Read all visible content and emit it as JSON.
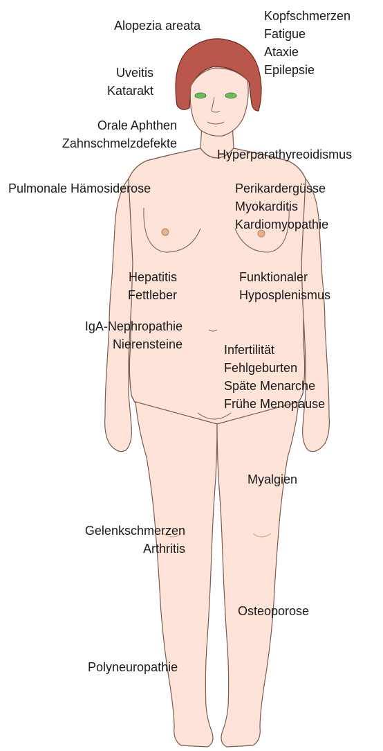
{
  "colors": {
    "skin": "#fde3d8",
    "skin_outline": "#7a5a50",
    "skin_shadow": "#f6c9b8",
    "hair": "#b8574a",
    "hair_outline": "#6e2a22",
    "eyes": "#6dbb5a",
    "nipple": "#e7b08f",
    "text": "#1a1a1a"
  },
  "labels": {
    "alopecia": [
      "Alopezia areata"
    ],
    "head": [
      "Kopfschmerzen",
      "Fatigue",
      "Ataxie",
      "Epilepsie"
    ],
    "eye": [
      "Uveitis",
      "Katarakt"
    ],
    "mouth": [
      "Orale Aphthen",
      "Zahnschmelzdefekte"
    ],
    "parathyroid": [
      "Hyperparathyreoidismus"
    ],
    "lung": [
      "Pulmonale Hämosiderose"
    ],
    "heart": [
      "Perikardergüsse",
      "Myokarditis",
      "Kardiomyopathie"
    ],
    "liver": [
      "Hepatitis",
      "Fettleber"
    ],
    "spleen": [
      "Funktionaler",
      "Hyposplenismus"
    ],
    "kidney": [
      "IgA-Nephropathie",
      "Nierensteine"
    ],
    "reproductive": [
      "Infertilität",
      "Fehlgeburten",
      "Späte Menarche",
      "Frühe Menopause"
    ],
    "muscle": [
      "Myalgien"
    ],
    "joint": [
      "Gelenkschmerzen",
      "Arthritis"
    ],
    "bone": [
      "Osteoporose"
    ],
    "nerve": [
      "Polyneuropathie"
    ]
  }
}
